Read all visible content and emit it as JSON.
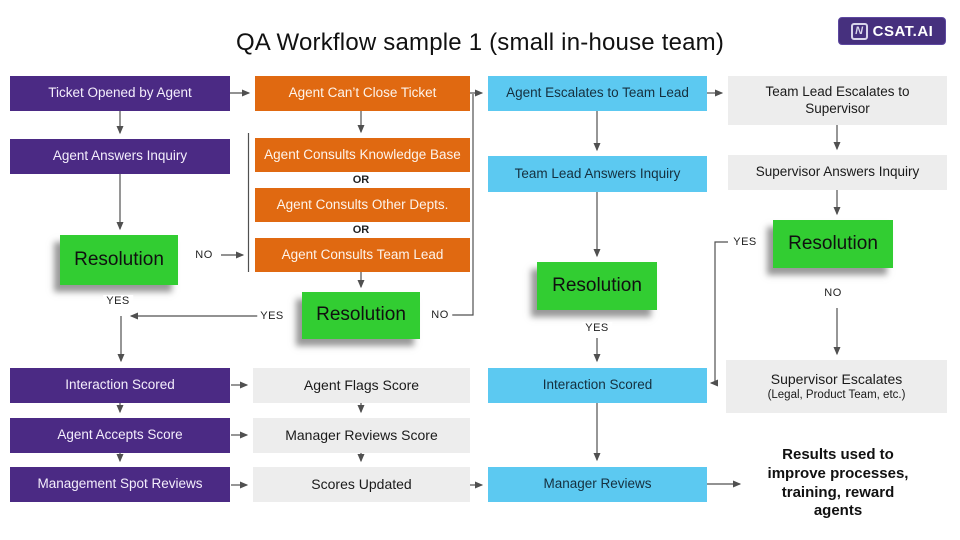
{
  "title": "QA Workflow sample 1 (small in-house team)",
  "logo": {
    "brand": "CSAT.AI",
    "mark": "N"
  },
  "edge_labels": {
    "yes": "YES",
    "no": "NO",
    "or": "OR"
  },
  "nodes": {
    "ticket_opened": {
      "label": "Ticket Opened by Agent"
    },
    "agent_answers": {
      "label": "Agent Answers Inquiry"
    },
    "resolution_agent": {
      "label": "Resolution"
    },
    "interaction_scored_agent": {
      "label": "Interaction Scored"
    },
    "agent_accepts": {
      "label": "Agent Accepts Score"
    },
    "mgmt_spot": {
      "label": "Management Spot Reviews"
    },
    "cant_close": {
      "label": "Agent Can’t Close Ticket"
    },
    "consult_kb": {
      "label": "Agent Consults Knowledge Base"
    },
    "consult_depts": {
      "label": "Agent Consults Other Depts."
    },
    "consult_lead": {
      "label": "Agent Consults Team Lead"
    },
    "resolution_consult": {
      "label": "Resolution"
    },
    "agent_flags": {
      "label": "Agent Flags Score"
    },
    "mgr_reviews_score": {
      "label": "Manager Reviews Score"
    },
    "scores_updated": {
      "label": "Scores Updated"
    },
    "escalate_lead": {
      "label": "Agent Escalates to Team Lead"
    },
    "lead_answers": {
      "label": "Team Lead Answers Inquiry"
    },
    "resolution_lead": {
      "label": "Resolution"
    },
    "interaction_scored_lead": {
      "label": "Interaction Scored"
    },
    "mgr_reviews": {
      "label": "Manager Reviews"
    },
    "lead_escalates": {
      "label": "Team Lead Escalates to Supervisor"
    },
    "supervisor_answers": {
      "label": "Supervisor Answers Inquiry"
    },
    "resolution_supervisor": {
      "label": "Resolution"
    },
    "supervisor_escalates": {
      "label": "Supervisor Escalates",
      "sublabel": "(Legal, Product Team, etc.)"
    },
    "results": {
      "lines": [
        "Results used to",
        "improve processes,",
        "training, reward",
        "agents"
      ]
    }
  },
  "colors": {
    "purple": "#4b2a84",
    "orange": "#e06911",
    "cyan": "#5cc9f1",
    "green": "#32cd32",
    "gray": "#ededed",
    "connector": "#505050",
    "logo_bg": "#46307e"
  }
}
